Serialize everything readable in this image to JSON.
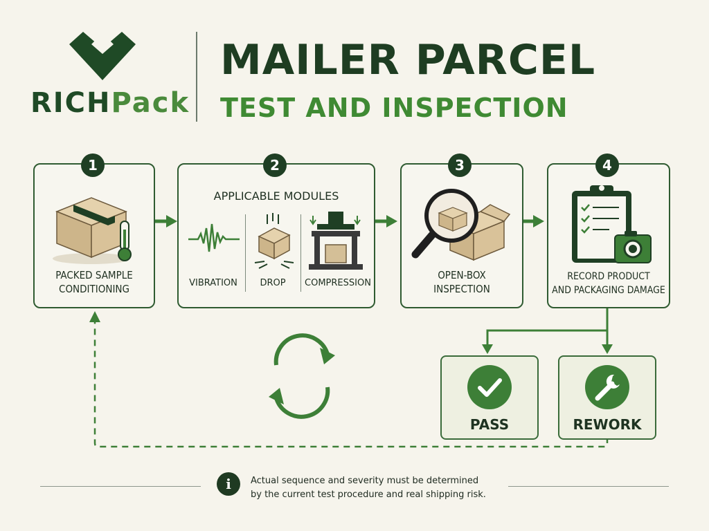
{
  "brand": {
    "name_part1": "RICH",
    "name_part2": "Pack"
  },
  "title": {
    "line1": "MAILER PARCEL",
    "line2": "TEST AND INSPECTION"
  },
  "steps": [
    {
      "number": "1",
      "label_line1": "PACKED SAMPLE",
      "label_line2": "CONDITIONING",
      "icon": "box-thermometer-icon"
    },
    {
      "number": "2",
      "heading": "APPLICABLE MODULES",
      "modules": [
        {
          "label": "VIBRATION",
          "icon": "vibration-wave-icon"
        },
        {
          "label": "DROP",
          "icon": "drop-box-icon"
        },
        {
          "label": "COMPRESSION",
          "icon": "compression-press-icon"
        }
      ]
    },
    {
      "number": "3",
      "label_line1": "OPEN-BOX",
      "label_line2": "INSPECTION",
      "icon": "magnifier-box-icon"
    },
    {
      "number": "4",
      "label_line1": "RECORD PRODUCT",
      "label_line2": "AND PACKAGING DAMAGE",
      "icon": "clipboard-camera-icon"
    }
  ],
  "outcomes": [
    {
      "label": "PASS",
      "icon": "check-icon"
    },
    {
      "label": "REWORK",
      "icon": "wrench-icon"
    }
  ],
  "cycle_icon": "refresh-cycle-icon",
  "footer": {
    "icon": "info-icon",
    "icon_glyph": "i",
    "note_line1": "Actual sequence and severity must be determined",
    "note_line2": "by the current test procedure and real shipping risk."
  },
  "colors": {
    "dark_green": "#1f3f24",
    "green": "#3d7f37",
    "kraft": "#d4bf97",
    "background": "#f6f4ec"
  }
}
